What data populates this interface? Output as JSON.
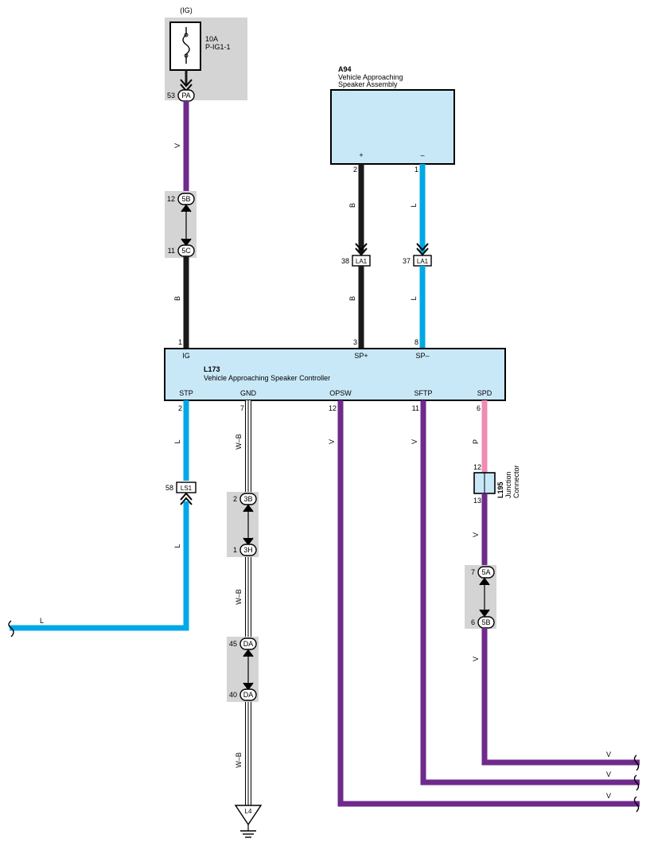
{
  "colors": {
    "violet": "#6e2a8c",
    "black": "#1a1a1a",
    "light_blue": "#00a8e6",
    "pink": "#f08cb4",
    "white_black": "#ffffff",
    "component_fill": "#c8e8f8",
    "connector_shade": "#d4d4d4"
  },
  "fuse": {
    "source": "(IG)",
    "rating": "10A",
    "name": "P-IG1-1",
    "connector": "PA",
    "pin": "53"
  },
  "speaker": {
    "code": "A94",
    "name_line1": "Vehicle Approaching",
    "name_line2": "Speaker Assembly",
    "plus_label": "+",
    "minus_label": "–",
    "pin_plus": "2",
    "pin_minus": "1"
  },
  "controller": {
    "code": "L173",
    "name": "Vehicle Approaching Speaker Controller",
    "top_terms": [
      {
        "label": "IG",
        "pin": "1"
      },
      {
        "label": "SP+",
        "pin": "3"
      },
      {
        "label": "SP–",
        "pin": "8"
      }
    ],
    "bottom_terms": [
      {
        "label": "STP",
        "pin": "2"
      },
      {
        "label": "GND",
        "pin": "7"
      },
      {
        "label": "OPSW",
        "pin": "12"
      },
      {
        "label": "SFTP",
        "pin": "11"
      },
      {
        "label": "SPD",
        "pin": "6"
      }
    ]
  },
  "connectors": {
    "ig_upper": {
      "pin": "12",
      "code": "5B"
    },
    "ig_lower": {
      "pin": "11",
      "code": "5C"
    },
    "la1_b": {
      "pin": "38",
      "code": "LA1"
    },
    "la1_l": {
      "pin": "37",
      "code": "LA1"
    },
    "ls1": {
      "pin": "58",
      "code": "LS1"
    },
    "gnd_upper": {
      "pin": "2",
      "code": "3B"
    },
    "gnd_lower": {
      "pin": "1",
      "code": "3H"
    },
    "gnd_da_upper": {
      "pin": "45",
      "code": "DA"
    },
    "gnd_da_lower": {
      "pin": "40",
      "code": "DA"
    },
    "spd_upper": {
      "pin": "7",
      "code": "5A"
    },
    "spd_lower": {
      "pin": "6",
      "code": "5B"
    }
  },
  "junction": {
    "code": "L195",
    "name_line1": "Junction",
    "name_line2": "Connector",
    "pin_in": "12",
    "pin_out": "13"
  },
  "ground": {
    "code": "L4"
  },
  "wire_labels": {
    "V": "V",
    "B": "B",
    "L": "L",
    "WB": "W–B",
    "P": "P"
  }
}
